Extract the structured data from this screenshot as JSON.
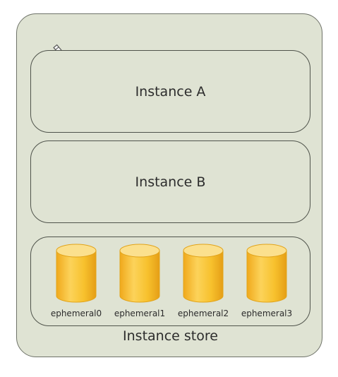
{
  "diagram": {
    "instances": [
      {
        "label": "Instance A"
      },
      {
        "label": "Instance B"
      }
    ],
    "store": {
      "label": "Instance store",
      "volumes": [
        {
          "label": "ephemeral0"
        },
        {
          "label": "ephemeral1"
        },
        {
          "label": "ephemeral2"
        },
        {
          "label": "ephemeral3"
        }
      ]
    }
  },
  "colors": {
    "background": "#dfe3d3",
    "border": "#4f534b",
    "cylinder_fill": "#f7c12d",
    "cylinder_top": "#fbe08e",
    "cylinder_edge": "#e2a41a"
  }
}
